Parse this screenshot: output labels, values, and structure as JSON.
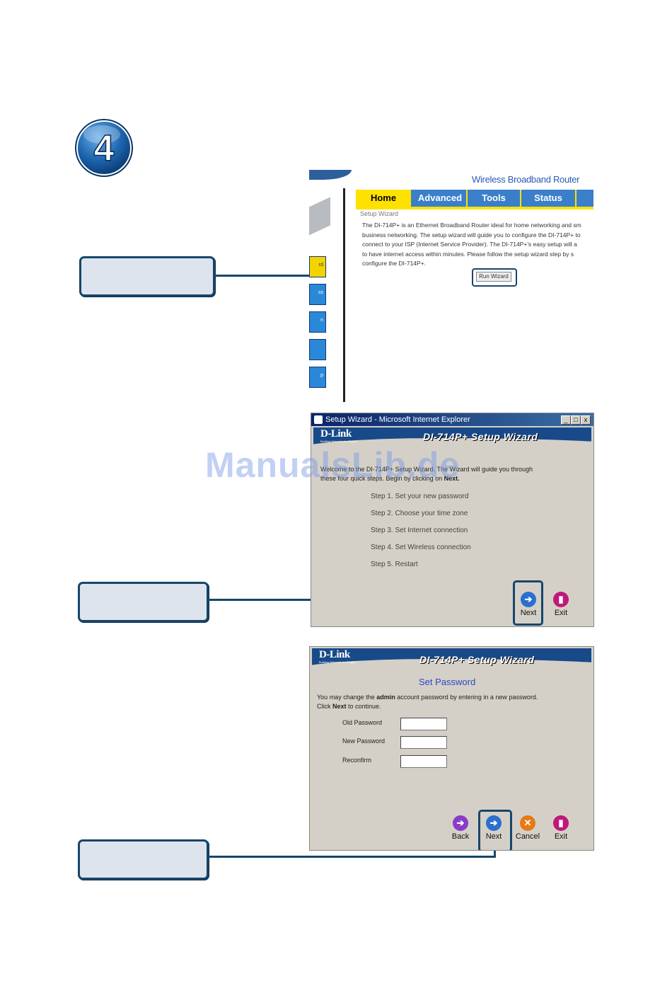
{
  "step_number": "4",
  "router_home": {
    "brand": "Wireless Broadband Router",
    "tabs": [
      "Home",
      "Advanced",
      "Tools",
      "Status"
    ],
    "side_labels": [
      "rd",
      "ss",
      "n",
      "",
      "p"
    ],
    "wizard_title": "Setup Wizard",
    "wizard_text": "The DI-714P+ is an Ethernet Broadband Router ideal for home networking and sm\nbusiness networking. The setup wizard will guide you to configure the DI-714P+ to\nconnect to your ISP (Internet Service Provider). The DI-714P+'s easy setup will a\nto have internet access within minutes. Please follow the setup wizard step by s\nconfigure the DI-714P+.",
    "run_wizard_label": "Run Wizard"
  },
  "wizard_window": {
    "title": "Setup Wizard - Microsoft Internet Explorer",
    "controls": [
      "_",
      "□",
      "x"
    ],
    "brand": "D-Link",
    "brand_sub": "Building Networks for People",
    "banner_title": "DI-714P+ Setup Wizard",
    "intro_line1": "Welcome to the DI-714P+ Setup Wizard. The Wizard will guide you through",
    "intro_line2_a": "these four quick steps. Begin by clicking on ",
    "intro_line2_b": "Next.",
    "steps": [
      "Step 1. Set your new password",
      "Step 2. Choose your time zone",
      "Step 3. Set Internet connection",
      "Step 4. Set Wireless connection",
      "Step 5. Restart"
    ],
    "next_label": "Next",
    "exit_label": "Exit"
  },
  "password_window": {
    "brand": "D-Link",
    "brand_sub": "Building Networks for People",
    "banner_title": "DI-714P+ Setup Wizard",
    "heading": "Set Password",
    "desc_line1_a": "You may change the ",
    "desc_line1_b": "admin",
    "desc_line1_c": " account password by entering in a new password.",
    "desc_line2_a": "Click ",
    "desc_line2_b": "Next",
    "desc_line2_c": " to continue.",
    "fields": [
      "Old Password",
      "New Password",
      "Reconfirm"
    ],
    "back_label": "Back",
    "next_label": "Next",
    "cancel_label": "Cancel",
    "exit_label": "Exit"
  },
  "watermark": "ManualsLib.de",
  "colors": {
    "callout_border": "#17466b",
    "callout_fill": "#dde4ee",
    "banner_blue": "#184a8a",
    "tab_yellow": "#ffe100",
    "link_blue": "#2a5bb5"
  }
}
